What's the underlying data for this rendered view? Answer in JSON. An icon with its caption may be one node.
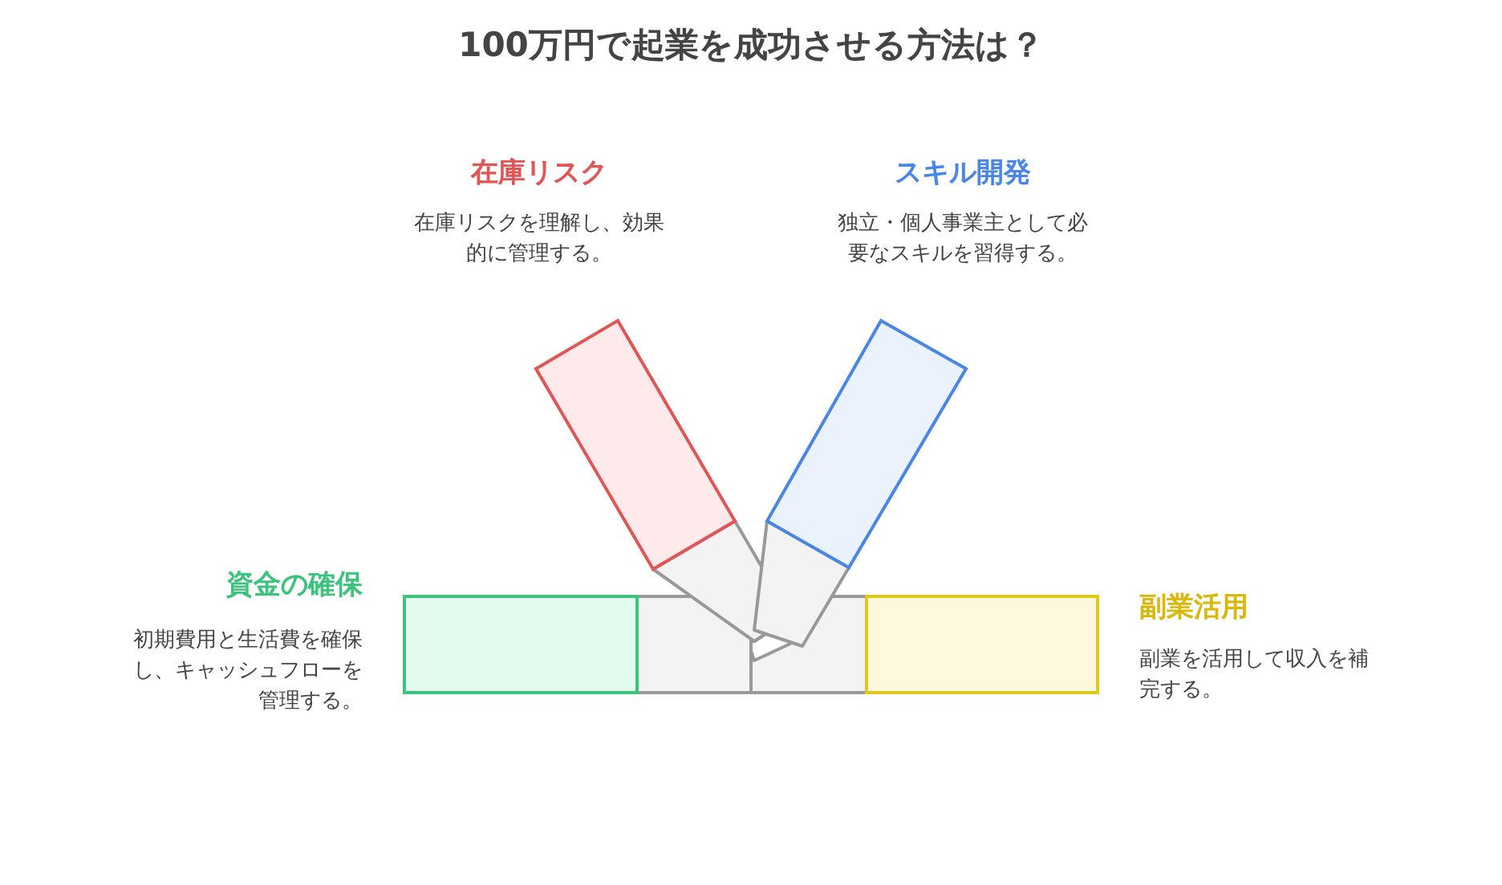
{
  "diagram": {
    "title": "100万円で起業を成功させる方法は？",
    "nodes": [
      {
        "text": [],
        "shape": "bar",
        "beside": [
          "在庫リスク",
          "在庫リスクを理解し、効果的に管理する。"
        ]
      },
      {
        "text": [],
        "shape": "bar",
        "beside": [
          "スキル開発",
          "独立・個人事業主として必要なスキルを習得する。"
        ]
      },
      {
        "text": [],
        "shape": "bar",
        "beside": [
          "資金の確保",
          "初期費用と生活費を確保し、キャッシュフローを管理する。"
        ]
      },
      {
        "text": [],
        "shape": "bar",
        "beside": [
          "副業活用",
          "副業を活用して収入を補完する。"
        ]
      }
    ],
    "edges": []
  }
}
